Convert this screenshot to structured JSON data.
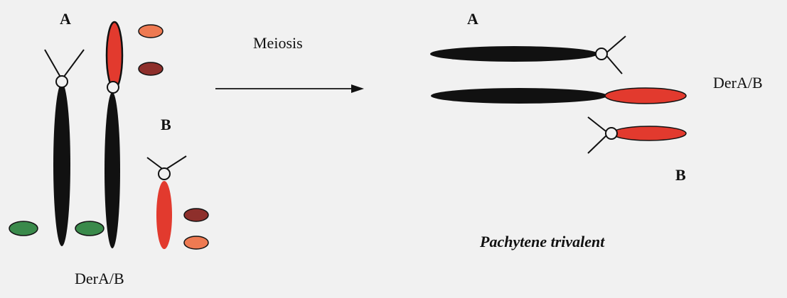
{
  "labels": {
    "left_a": "A",
    "left_b": "B",
    "left_derab": "DerA/B",
    "arrow_label": "Meiosis",
    "right_a": "A",
    "right_b": "B",
    "right_derab": "DerA/B",
    "caption": "Pachytene trivalent"
  },
  "colors": {
    "background": "#f1f1f1",
    "chromatin_black": "#111111",
    "chromatin_red": "#e23a2e",
    "signal_orange": "#ee7a52",
    "signal_darkred": "#8e2f2b",
    "signal_green": "#3a8a4b"
  }
}
